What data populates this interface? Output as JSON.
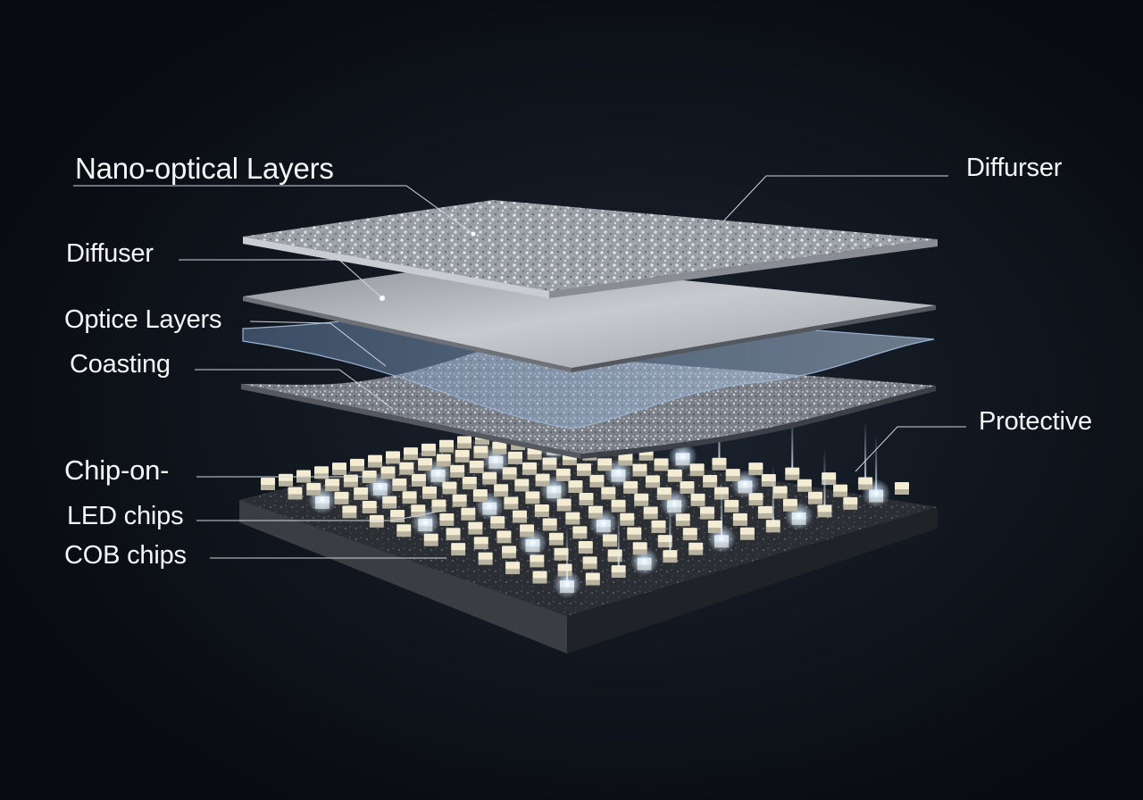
{
  "labels": {
    "nano_optical_layers": "Nano-optical Layers",
    "diffuser_left": "Diffuser",
    "optice_layers": "Optice Layers",
    "coasting": "Coasting",
    "chip_on": "Chip-on-",
    "led_chips": "LED chips",
    "cob_chips": "COB chips",
    "diffuser_right": "Diffurser",
    "protective": "Protective"
  },
  "colors": {
    "background": "#0b0f16",
    "label_text": "#f4f6f8",
    "leader_line": "#cfd6df",
    "substrate": "#2a2c30",
    "led_chip": "#f3ecd2",
    "led_glow": "#cfe6ff"
  }
}
